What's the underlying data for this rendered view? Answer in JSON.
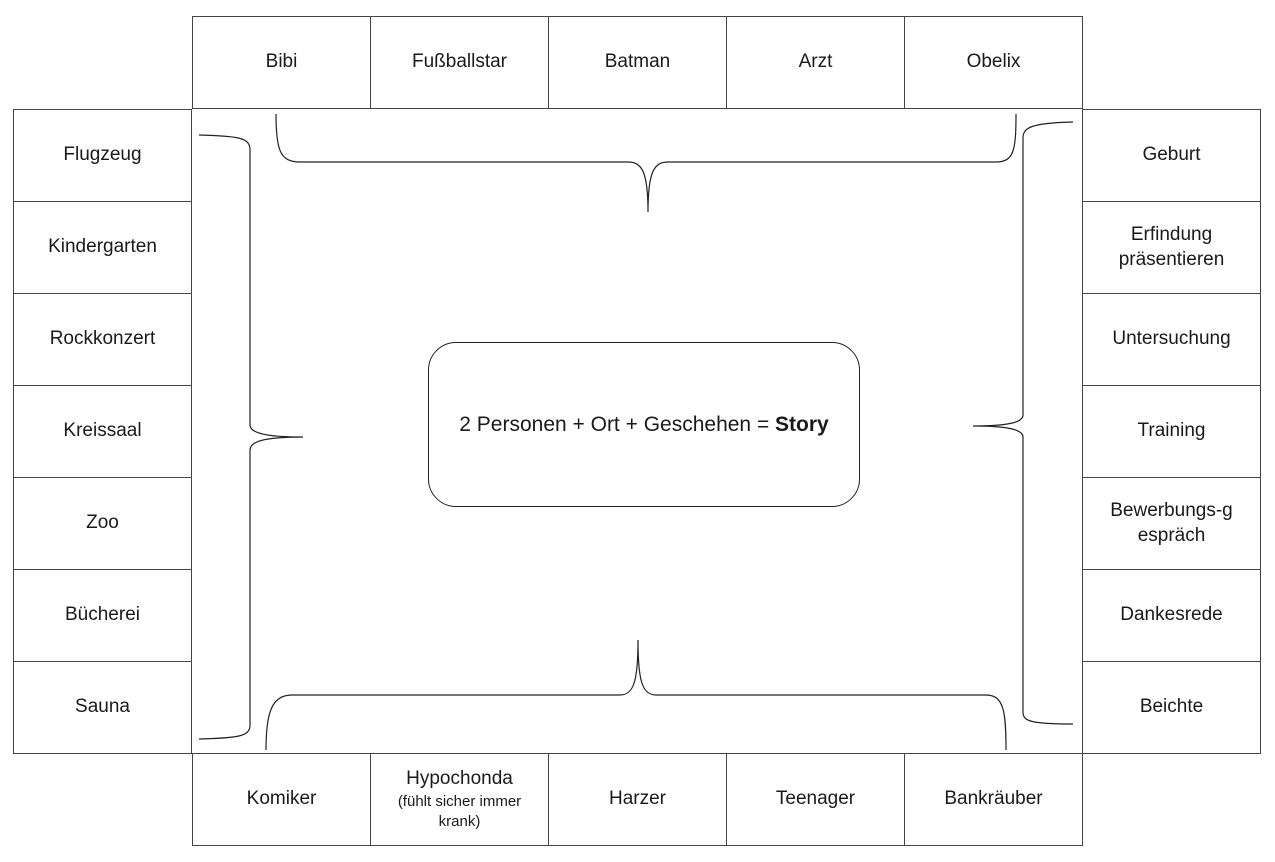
{
  "persons_top": [
    "Bibi",
    "Fußballstar",
    "Batman",
    "Arzt",
    "Obelix"
  ],
  "places_left": [
    "Flugzeug",
    "Kindergarten",
    "Rockkonzert",
    "Kreissaal",
    "Zoo",
    "Bücherei",
    "Sauna"
  ],
  "events_right": [
    "Geburt",
    "Erfindung präsentieren",
    "Untersuchung",
    "Training",
    "Bewerbungs-gespräch",
    "Dankesrede",
    "Beichte"
  ],
  "persons_bottom": [
    {
      "label": "Komiker",
      "note": ""
    },
    {
      "label": "Hypochonda",
      "note": "(fühlt sicher immer krank)"
    },
    {
      "label": "Harzer",
      "note": ""
    },
    {
      "label": "Teenager",
      "note": ""
    },
    {
      "label": "Bankräuber",
      "note": ""
    }
  ],
  "center": {
    "formula": "2 Personen + Ort + Geschehen = ",
    "result": "Story"
  }
}
